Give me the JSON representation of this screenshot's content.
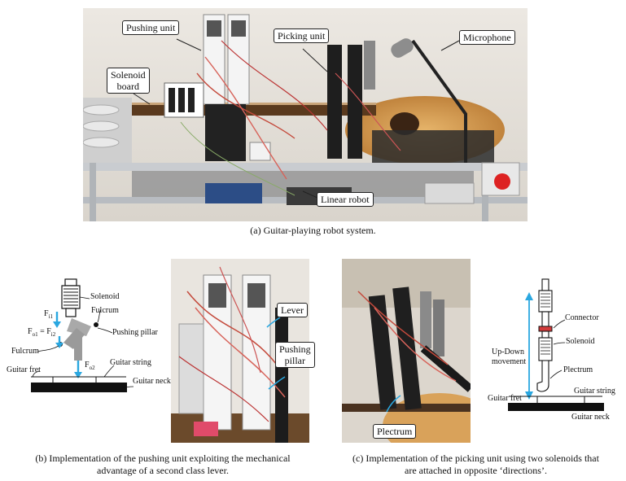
{
  "figure_a": {
    "caption": "(a) Guitar-playing robot system.",
    "callouts": {
      "pushing_unit": "Pushing unit",
      "picking_unit": "Picking unit",
      "microphone": "Microphone",
      "solenoid_board_line1": "Solenoid",
      "solenoid_board_line2": "board",
      "linear_robot": "Linear robot"
    }
  },
  "figure_b": {
    "caption_line1": "(b) Implementation of the pushing unit exploiting the mechanical",
    "caption_line2": "advantage of a second class lever.",
    "diagram_labels": {
      "solenoid": "Solenoid",
      "fi1": "F",
      "fi1_sub": "i1",
      "fo1": "F",
      "fo1_sub": "o1",
      "equals": " = F",
      "fi2_sub": "i2",
      "fo2": "F",
      "fo2_sub": "o2",
      "fulcrum_top": "Fulcrum",
      "fulcrum_left": "Fulcrum",
      "pushing_pillar": "Pushing pillar",
      "guitar_string": "Guitar string",
      "guitar_fret": "Guitar fret",
      "guitar_neck": "Guitar neck"
    },
    "photo_callouts": {
      "lever": "Lever",
      "pushing_pillar_line1": "Pushing",
      "pushing_pillar_line2": "pillar"
    }
  },
  "figure_c": {
    "caption_line1": "(c) Implementation of the picking unit using two solenoids that",
    "caption_line2": "are attached in opposite ‘directions’.",
    "photo_callouts": {
      "plectrum": "Plectrum"
    },
    "diagram_labels": {
      "connector": "Connector",
      "solenoid": "Solenoid",
      "up_down_line1": "Up-Down",
      "up_down_line2": "movement",
      "plectrum": "Plectrum",
      "guitar_fret": "Guitar fret",
      "guitar_string": "Guitar string",
      "guitar_neck": "Guitar neck"
    }
  },
  "colors": {
    "arrow_blue": "#2aa7e0",
    "neck_black": "#111111",
    "pillar_gray": "#9a9a9a",
    "photo_wall": "#e7e2dc",
    "guitar_wood": "#d9a25a",
    "frame_metal": "#c9ccd0"
  }
}
